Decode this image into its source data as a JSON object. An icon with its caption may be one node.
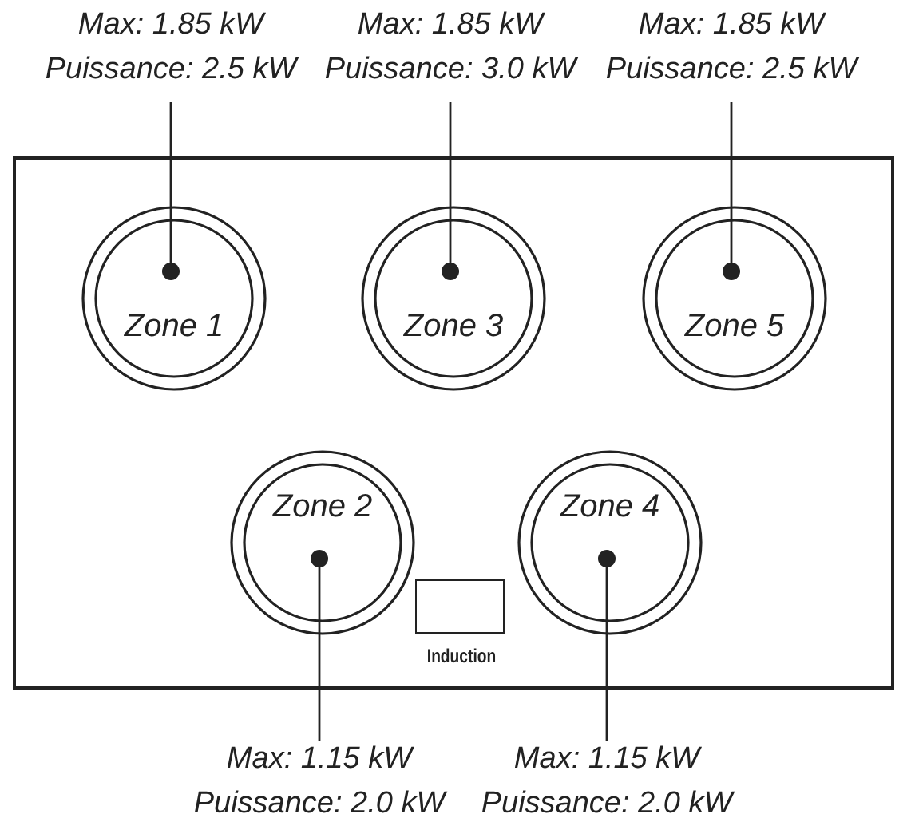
{
  "diagram": {
    "nodes": [
      {
        "text": [
          "Max: 1.85 kW",
          "Puissance: 2.5 kW"
        ]
      },
      {
        "text": [
          "Max: 1.85 kW",
          "Puissance: 3.0 kW"
        ]
      },
      {
        "text": [
          "Max: 1.85 kW",
          "Puissance: 2.5 kW"
        ]
      },
      {
        "text": [],
        "shape": "box"
      },
      {
        "text": [
          "Zone 1"
        ],
        "in": 3
      },
      {
        "text": [
          "Zone 3"
        ],
        "in": 3
      },
      {
        "text": [
          "Zone 5"
        ],
        "in": 3
      },
      {
        "text": [
          "Zone 2"
        ],
        "in": 3
      },
      {
        "text": [
          "Zone 4"
        ],
        "in": 3
      },
      {
        "text": [
          "Induction"
        ],
        "in": 3
      },
      {
        "text": [
          "Max: 1.15 kW",
          "Puissance: 2.0 kW"
        ]
      },
      {
        "text": [
          "Max: 1.15 kW",
          "Puissance: 2.0 kW"
        ]
      }
    ],
    "edges": [
      {
        "from": 0,
        "to": 4,
        "arrow": "other"
      },
      {
        "from": 1,
        "to": 5,
        "arrow": "other"
      },
      {
        "from": 2,
        "to": 6,
        "arrow": "other"
      },
      {
        "from": 10,
        "to": 7,
        "arrow": "other"
      },
      {
        "from": 11,
        "to": 8,
        "arrow": "other"
      }
    ]
  }
}
